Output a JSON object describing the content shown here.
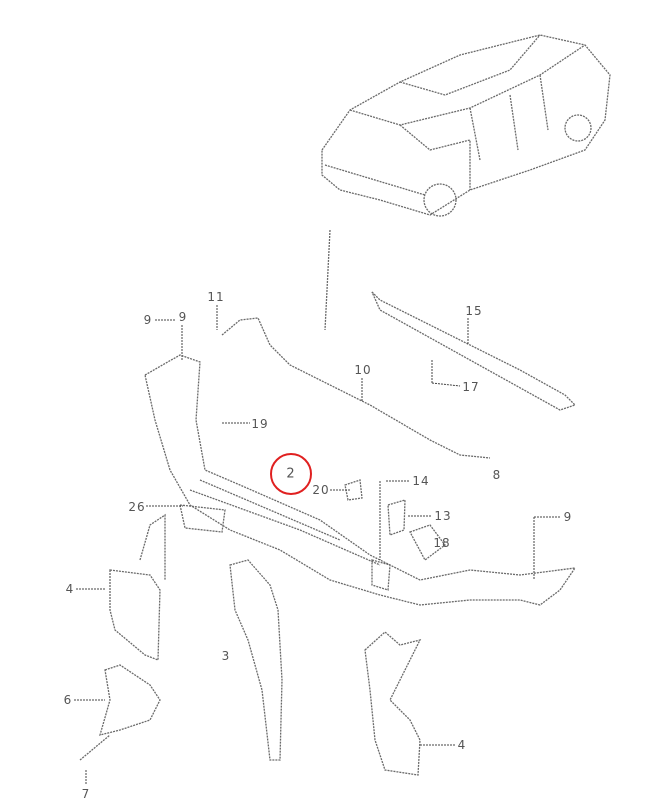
{
  "diagram": {
    "highlighted_part": "2",
    "highlight_color": "#e02020",
    "labels": {
      "p9a": "9",
      "p9b": "9",
      "p11": "11",
      "p15": "15",
      "p10": "10",
      "p17": "17",
      "p19": "19",
      "p8": "8",
      "p2": "2",
      "p20": "20",
      "p14": "14",
      "p13": "13",
      "p26": "26",
      "p18": "18",
      "p9c": "9",
      "p4a": "4",
      "p3": "3",
      "p4b": "4",
      "p6": "6",
      "p7": "7"
    }
  }
}
